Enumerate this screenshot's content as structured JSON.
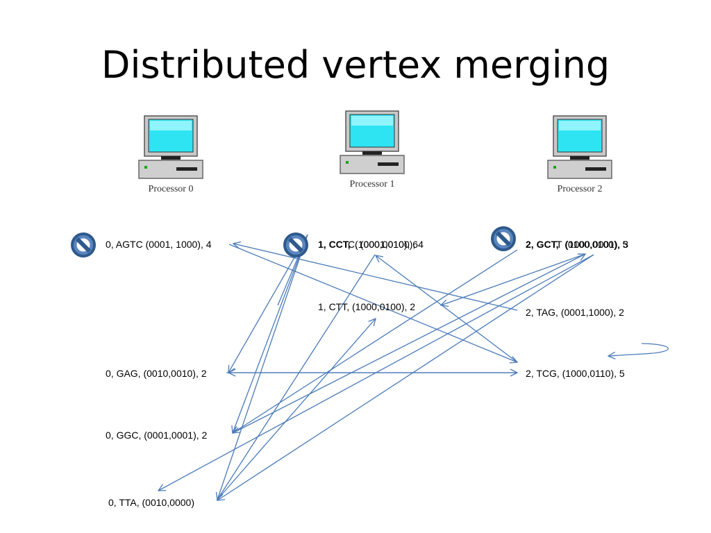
{
  "title": "Distributed vertex merging",
  "colors": {
    "arrow": "#4a7ab8",
    "no_symbol": "#3d6a9e"
  },
  "processors": [
    {
      "label": "Processor 0",
      "icon": "computer-icon"
    },
    {
      "label": "Processor 1",
      "icon": "computer-icon"
    },
    {
      "label": "Processor 2",
      "icon": "computer-icon"
    }
  ],
  "nodes": {
    "p0_agtc": "0, AGTC  (0001, 1000), 4",
    "p0_gag": "0, GAG,  (0010,0010), 2",
    "p0_ggc": "0, GGC,  (0001,0001), 2",
    "p0_tta": "0, TTA,  (0010,0000)",
    "p1_cct_a": "1, CCT,",
    "p1_cct_b": "C, (0001,0100), 4",
    "p1_cct_c": "(1000,0010), 6",
    "p1_ctt": "1, CTT,  (1000,0100), 2",
    "p2_gct_a": "2, GCT,",
    "p2_gct_b": "T (0100,0100), 5",
    "p2_gct_c": "(1000,0001), 3",
    "p2_tag": "2, TAG,  (0001,1000), 2",
    "p2_tcg": "2, TCG,  (1000,0110), 5"
  },
  "no_symbols": [
    "no-entry-icon",
    "no-entry-icon",
    "no-entry-icon"
  ]
}
